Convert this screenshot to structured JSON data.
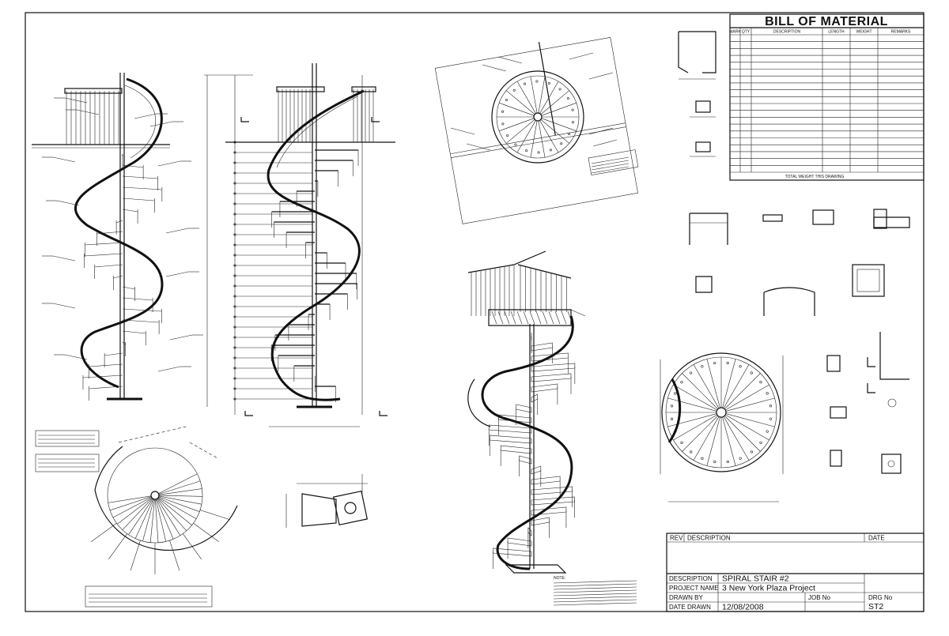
{
  "bom": {
    "title": "BILL OF MATERIAL",
    "headers": [
      "MARK",
      "QTY",
      "DESCRIPTION",
      "LENGTH",
      "WEIGHT",
      "REMARKS"
    ],
    "total_label": "TOTAL WEIGHT THIS DRAWING"
  },
  "title_block": {
    "rev_label": "REV",
    "rev_description_label": "DESCRIPTION",
    "rev_date_label": "DATE",
    "description_label": "DESCRIPTION",
    "description_value": "SPIRAL STAIR #2",
    "project_label": "PROJECT NAME",
    "project_value": "3 New York Plaza Project",
    "drawn_by_label": "DRAWN BY",
    "job_label": "JOB No",
    "drg_label": "DRG No",
    "drg_value": "ST2",
    "date_drawn_label": "DATE DRAWN",
    "date_drawn_value": "12/08/2008"
  },
  "notes": {
    "title": "NOTE:"
  }
}
